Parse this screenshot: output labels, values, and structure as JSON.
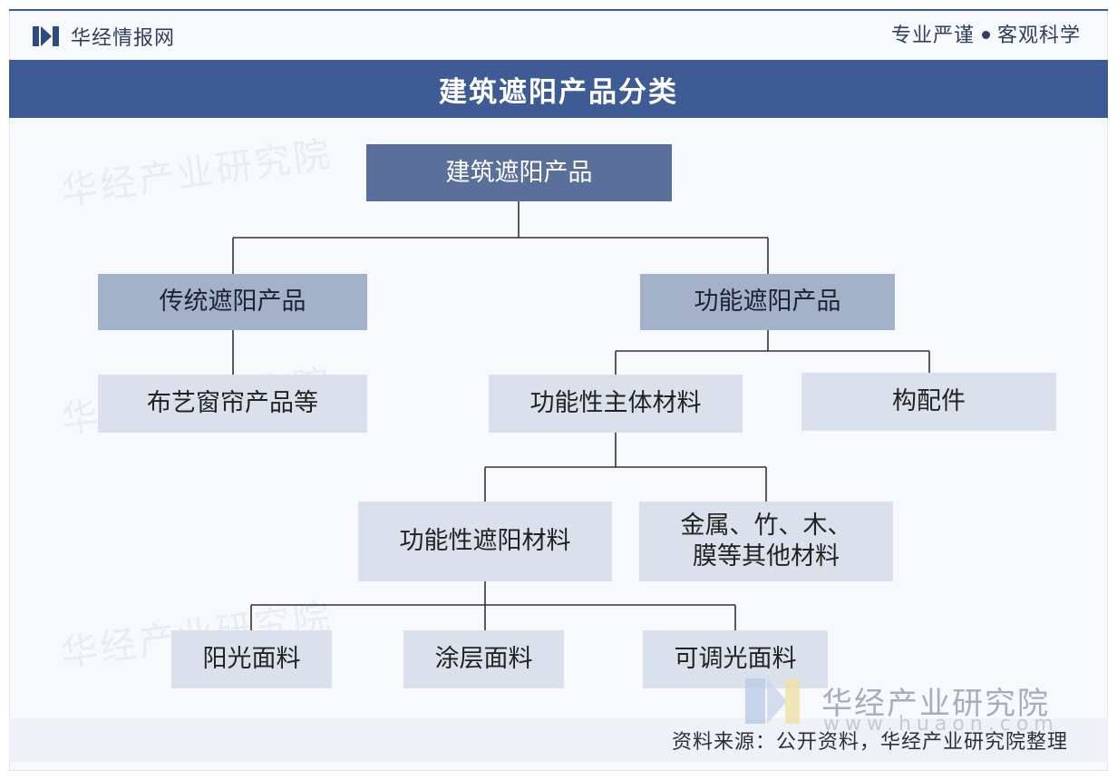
{
  "header": {
    "brand_name": "华经情报网",
    "slogan_left": "专业严谨",
    "slogan_right": "客观科学"
  },
  "title": "建筑遮阳产品分类",
  "watermark": {
    "text": "华经产业研究院",
    "brand_name": "华经产业研究院",
    "url": "www.huaon.com"
  },
  "tree": {
    "root": "建筑遮阳产品",
    "traditional": "传统遮阳产品",
    "functional": "功能遮阳产品",
    "fabric": "布艺窗帘产品等",
    "main_material": "功能性主体材料",
    "fittings": "构配件",
    "shading_material": "功能性遮阳材料",
    "other_material_line1": "金属、竹、木、",
    "other_material_line2": "膜等其他材料",
    "sunlight_fabric": "阳光面料",
    "coated_fabric": "涂层面料",
    "adjustable_fabric": "可调光面料"
  },
  "colors": {
    "title_bar": "#3f5b94",
    "root_node": "#5a6f99",
    "level1_node": "#a3b1c9",
    "leaf_node": "#dbe1ec",
    "connector": "#333333"
  },
  "footer": {
    "source": "资料来源：公开资料，华经产业研究院整理"
  }
}
